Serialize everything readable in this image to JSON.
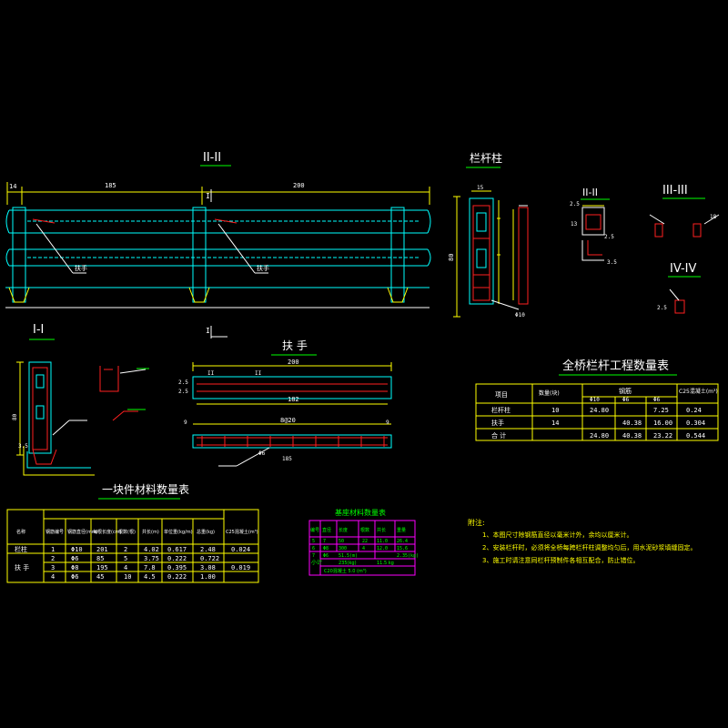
{
  "titles": {
    "section_2": "II-II",
    "post": "栏杆柱",
    "section_1": "I-I",
    "handrail": "扶 手",
    "post_sec_2": "II-II",
    "post_sec_3": "III-III",
    "post_sec_4": "IV-IV",
    "qty_table": "全桥栏杆工程数量表",
    "unit_table": "一块件材料数量表",
    "base_table": "基座材料数量表"
  },
  "dims": {
    "elev_left": "14",
    "elev_a": "185",
    "elev_b": "200",
    "cut_mark": "I",
    "handrail_label": "扶手",
    "post_height": "80",
    "rail_total": "200",
    "rail_inner": "182",
    "rail_bar_label": "Φ6",
    "rail_spacing": "8@20",
    "rail_end": "9",
    "rail_bot": "185",
    "rail_dims": [
      "2.5",
      "2.5"
    ],
    "rail_cuts": [
      "II",
      "II"
    ],
    "post_top": "15",
    "post_mark": "Φ10",
    "sec_dims": [
      "2.5",
      "13",
      "2.5",
      "18",
      "3.5"
    ],
    "cuts": [
      "I",
      "I"
    ]
  },
  "qty_table": {
    "headers": [
      "项目",
      "数量(块)",
      "钢筋",
      "C25混凝土(m³)"
    ],
    "sub_headers": [
      "Φ10",
      "Φ6",
      "Φ6"
    ],
    "rows": [
      [
        "栏杆柱",
        "10",
        "24.80",
        "",
        "7.25",
        "0.24"
      ],
      [
        "扶手",
        "14",
        "",
        "40.38",
        "16.00",
        "0.304"
      ],
      [
        "合 计",
        "",
        "24.80",
        "40.38",
        "23.22",
        "0.544"
      ]
    ]
  },
  "unit_table": {
    "headers": [
      "名称",
      "钢筋编号",
      "钢筋直径(mm)",
      "每根长度(cm)",
      "根数(根)",
      "共长(m)",
      "单位重(kg/m)",
      "总重(kg)",
      "C25混凝土(m³)"
    ],
    "rows": [
      [
        "栏柱",
        "1",
        "Φ10",
        "201",
        "2",
        "4.02",
        "0.617",
        "2.48",
        "0.024"
      ],
      [
        "",
        "2",
        "Φ6",
        "85",
        "5",
        "3.75",
        "0.222",
        "0.722",
        ""
      ],
      [
        "扶 手",
        "3",
        "Φ8",
        "195",
        "4",
        "7.8",
        "0.395",
        "3.08",
        "0.019"
      ],
      [
        "",
        "4",
        "Φ6",
        "45",
        "10",
        "4.5",
        "0.222",
        "1.00",
        ""
      ]
    ]
  },
  "base_table": {
    "headers": [
      "编号",
      "直径",
      "长度",
      "根数",
      "共长",
      "重量"
    ],
    "rows": [
      [
        "5",
        "7",
        "50",
        "22",
        "11.0",
        "26.4"
      ],
      [
        "6",
        "Φ8",
        "300",
        "4",
        "12.0",
        "15.6"
      ],
      [
        "7",
        "Φ6",
        "51.5(m)",
        "",
        "",
        "2.35(kg)"
      ]
    ],
    "subtotal": "小计",
    "notes_row": [
      "235(kg)",
      "11.5 kg"
    ],
    "c_row": "C20混凝土 5.0 (m³)"
  },
  "notes": {
    "heading": "附注:",
    "items": [
      "1、本图尺寸除钢筋直径以毫米计外，余均以厘米计。",
      "2、安装栏杆时，必须将全桥每跨栏杆柱调整均匀后，用水泥砂浆填缝固定。",
      "3、施工时请注意同栏杆预制件各相互配合，防止错位。"
    ]
  }
}
